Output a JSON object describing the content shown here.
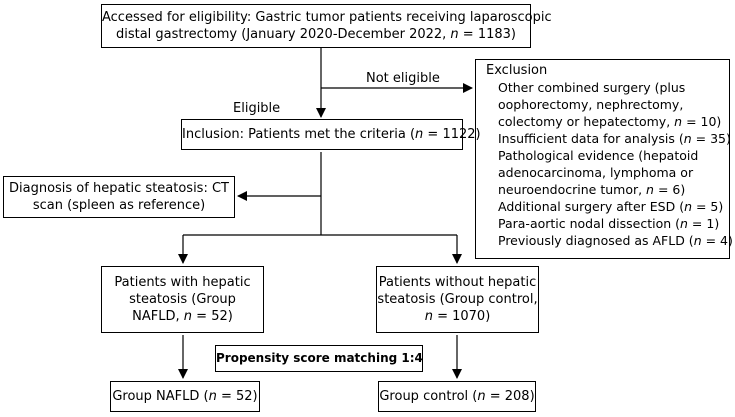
{
  "boxes": {
    "eligibility": {
      "line1": "Accessed for eligibility: Gastric tumor patients receiving laparoscopic",
      "line2_pre": "distal gastrectomy (January 2020-December 2022, ",
      "n": "n",
      "line2_post": " = 1183)"
    },
    "inclusion": {
      "pre": "Inclusion: Patients met the criteria (",
      "n": "n",
      "post": " = 1122)"
    },
    "diagnosis": {
      "line1": "Diagnosis of hepatic steatosis: CT",
      "line2": "scan (spleen as reference)"
    },
    "exclusion": {
      "title": "Exclusion",
      "items": [
        [
          "Other combined surgery (plus",
          "oophorectomy, nephrectomy,",
          "colectomy or hepatectomy, |n| = 10)"
        ],
        [
          "Insufficient data for analysis (|n| = 35)"
        ],
        [
          "Pathological evidence (hepatoid",
          "adenocarcinoma, lymphoma or",
          "neuroendocrine tumor, |n| = 6)"
        ],
        [
          "Additional surgery after ESD (|n| = 5)"
        ],
        [
          "Para-aortic nodal dissection (|n| = 1)"
        ],
        [
          "Previously diagnosed as AFLD (|n| = 4)"
        ]
      ]
    },
    "steatosis": {
      "line1": "Patients with hepatic",
      "line2": "steatosis (Group",
      "line3_pre": "NAFLD, ",
      "n": "n",
      "line3_post": " = 52)"
    },
    "no_steatosis": {
      "line1": "Patients without hepatic",
      "line2": "steatosis (Group control,",
      "n": "n",
      "line3_post": " = 1070)"
    },
    "psm": {
      "label": "Propensity score matching 1:4"
    },
    "group_nafld": {
      "pre": "Group NAFLD (",
      "n": "n",
      "post": " = 52)"
    },
    "group_control": {
      "pre": "Group control (",
      "n": "n",
      "post": " = 208)"
    }
  },
  "labels": {
    "not_eligible": "Not eligible",
    "eligible": "Eligible"
  }
}
